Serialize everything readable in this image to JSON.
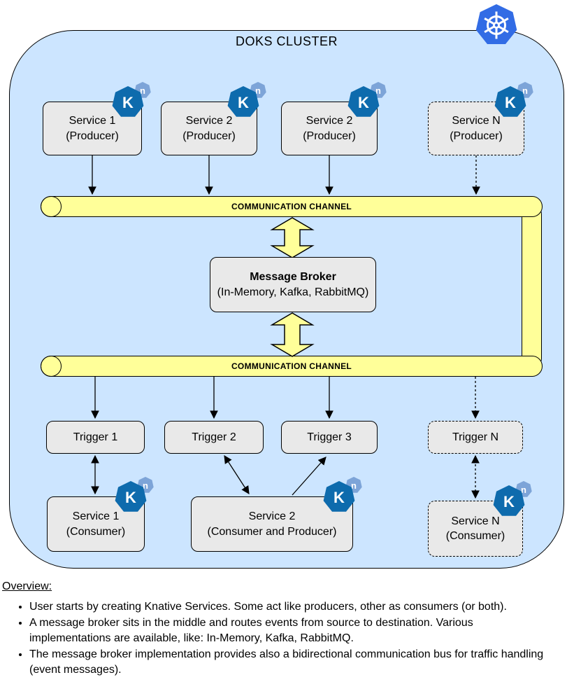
{
  "diagram": {
    "title": "DOKS CLUSTER",
    "channel_label": "COMMUNICATION CHANNEL",
    "producers": [
      {
        "name": "Service 1",
        "role": "(Producer)"
      },
      {
        "name": "Service 2",
        "role": "(Producer)"
      },
      {
        "name": "Service 2",
        "role": "(Producer)"
      },
      {
        "name": "Service N",
        "role": "(Producer)"
      }
    ],
    "broker": {
      "name": "Message Broker",
      "implementations": "(In-Memory, Kafka, RabbitMQ)"
    },
    "triggers": [
      {
        "label": "Trigger 1"
      },
      {
        "label": "Trigger 2"
      },
      {
        "label": "Trigger 3"
      },
      {
        "label": "Trigger N"
      }
    ],
    "consumers": [
      {
        "name": "Service 1",
        "role": "(Consumer)"
      },
      {
        "name": "Service 2",
        "role": "(Consumer and Producer)"
      },
      {
        "name": "Service N",
        "role": "(Consumer)"
      }
    ],
    "badges": {
      "knative_k": "K",
      "knative_n": "n"
    }
  },
  "overview": {
    "heading": "Overview:",
    "bullets": [
      "User starts by creating Knative Services. Some act like producers, other as consumers (or both).",
      "A message broker sits in the middle and routes events from source to destination. Various implementations are available, like: In-Memory, Kafka, RabbitMQ.",
      "The message broker implementation provides also a bidirectional communication bus for traffic handling (event messages)."
    ]
  },
  "colors": {
    "cluster_fill": "#cce5ff",
    "node_fill": "#e9e9e9",
    "channel_fill": "#ffff99",
    "knative_dark_blue": "#0e6bad",
    "knative_light_blue": "#7da4d8",
    "kubernetes_blue": "#326ce5",
    "outline": "#000000"
  }
}
